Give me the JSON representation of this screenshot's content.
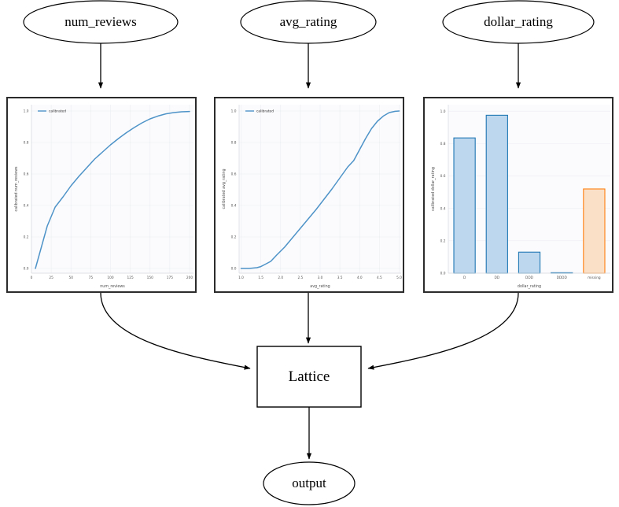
{
  "diagram": {
    "title": "Calibrated lattice model diagram",
    "inputs": [
      {
        "id": "num_reviews",
        "label": "num_reviews"
      },
      {
        "id": "avg_rating",
        "label": "avg_rating"
      },
      {
        "id": "dollar_rating",
        "label": "dollar_rating"
      }
    ],
    "lattice_label": "Lattice",
    "output_label": "output",
    "edge_color": "#000000",
    "node_stroke": "#000000",
    "frame_stroke": "#2b2b2b"
  },
  "chart_data": [
    {
      "type": "line",
      "id": "num_reviews_calibrator",
      "title": "",
      "xlabel": "num_reviews",
      "ylabel": "calibrated num_reviews",
      "legend": [
        "calibrated"
      ],
      "legend_position": "upper left",
      "grid": true,
      "line_color": "#4e93c8",
      "xlim": [
        0,
        205
      ],
      "ylim": [
        -0.03,
        1.04
      ],
      "xticks": [
        0,
        25,
        50,
        75,
        100,
        125,
        150,
        175,
        200
      ],
      "xticklabels": [
        "0",
        "25",
        "50",
        "75",
        "100",
        "125",
        "150",
        "175",
        "200"
      ],
      "yticks": [
        0.0,
        0.2,
        0.4,
        0.6,
        0.8,
        1.0
      ],
      "yticklabels": [
        "0.0",
        "0.2",
        "0.4",
        "0.6",
        "0.8",
        "1.0"
      ],
      "x": [
        5,
        10,
        15,
        20,
        25,
        30,
        40,
        50,
        60,
        70,
        80,
        90,
        100,
        110,
        120,
        130,
        140,
        150,
        160,
        170,
        180,
        190,
        200
      ],
      "y": [
        0.0,
        0.09,
        0.18,
        0.27,
        0.33,
        0.39,
        0.455,
        0.525,
        0.585,
        0.64,
        0.695,
        0.74,
        0.785,
        0.825,
        0.862,
        0.895,
        0.925,
        0.95,
        0.968,
        0.982,
        0.99,
        0.995,
        0.997
      ]
    },
    {
      "type": "line",
      "id": "avg_rating_calibrator",
      "title": "",
      "xlabel": "avg_rating",
      "ylabel": "calibrated avg_rating",
      "legend": [
        "calibrated"
      ],
      "legend_position": "upper left",
      "grid": true,
      "line_color": "#4e93c8",
      "xlim": [
        0.95,
        5.05
      ],
      "ylim": [
        -0.03,
        1.04
      ],
      "xticks": [
        1.0,
        1.5,
        2.0,
        2.5,
        3.0,
        3.5,
        4.0,
        4.5,
        5.0
      ],
      "xticklabels": [
        "1.0",
        "1.5",
        "2.0",
        "2.5",
        "3.0",
        "3.5",
        "4.0",
        "4.5",
        "5.0"
      ],
      "yticks": [
        0.0,
        0.2,
        0.4,
        0.6,
        0.8,
        1.0
      ],
      "yticklabels": [
        "0.0",
        "0.2",
        "0.4",
        "0.6",
        "0.8",
        "1.0"
      ],
      "x": [
        1.0,
        1.2,
        1.4,
        1.5,
        1.6,
        1.75,
        1.9,
        2.1,
        2.3,
        2.5,
        2.7,
        2.9,
        3.1,
        3.3,
        3.5,
        3.7,
        3.85,
        4.0,
        4.15,
        4.3,
        4.45,
        4.6,
        4.75,
        4.9,
        5.0
      ],
      "y": [
        0.0,
        0.0,
        0.005,
        0.012,
        0.025,
        0.045,
        0.085,
        0.135,
        0.195,
        0.255,
        0.315,
        0.375,
        0.44,
        0.505,
        0.575,
        0.645,
        0.685,
        0.755,
        0.825,
        0.888,
        0.935,
        0.968,
        0.99,
        0.998,
        1.0
      ]
    },
    {
      "type": "bar",
      "id": "dollar_rating_calibrator",
      "title": "",
      "xlabel": "dollar_rating",
      "ylabel": "calibrated dollar_rating",
      "grid": true,
      "categories": [
        "D",
        "DD",
        "DDD",
        "DDDD",
        "missing"
      ],
      "values": [
        0.835,
        0.975,
        0.13,
        0.002,
        0.52
      ],
      "bar_colors": [
        "#bdd7ee",
        "#bdd7ee",
        "#bdd7ee",
        "#bdd7ee",
        "#fbe0c8"
      ],
      "bar_edge_colors": [
        "#1f77b4",
        "#1f77b4",
        "#1f77b4",
        "#1f77b4",
        "#ff7f0e"
      ],
      "ylim": [
        0.0,
        1.04
      ],
      "yticks": [
        0.0,
        0.2,
        0.4,
        0.6,
        0.8,
        1.0
      ],
      "yticklabels": [
        "0.0",
        "0.2",
        "0.4",
        "0.6",
        "0.8",
        "1.0"
      ]
    }
  ]
}
